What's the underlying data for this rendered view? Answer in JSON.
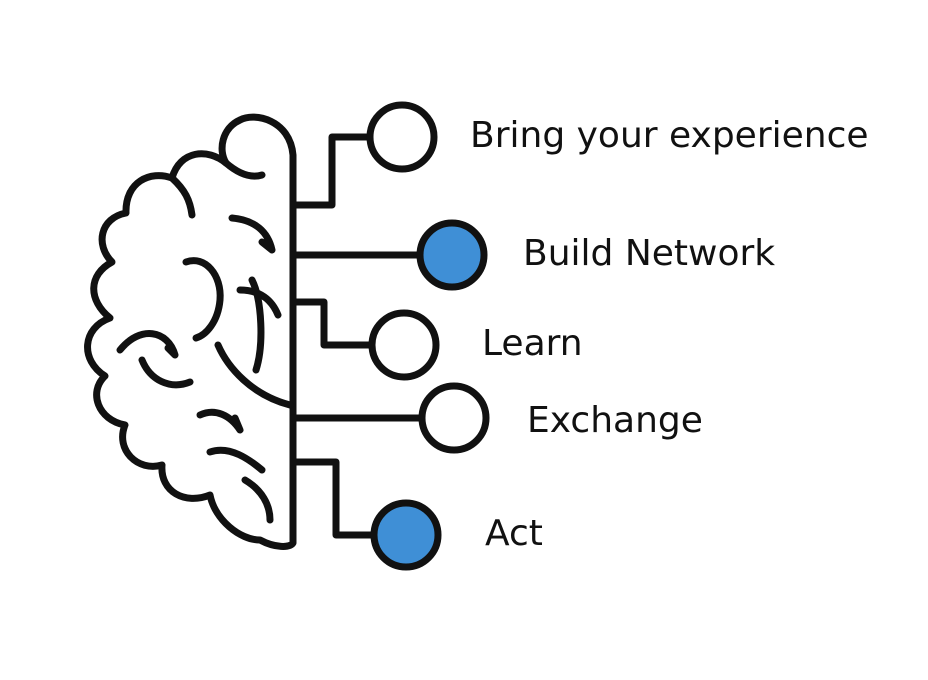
{
  "nodes": [
    {
      "label": "Bring your experience",
      "filled": false
    },
    {
      "label": "Build Network",
      "filled": true
    },
    {
      "label": "Learn",
      "filled": false
    },
    {
      "label": "Exchange",
      "filled": false
    },
    {
      "label": "Act",
      "filled": true
    }
  ],
  "colors": {
    "stroke": "#111111",
    "filled_node": "#3f8fd6",
    "empty_node": "#ffffff",
    "background": "#ffffff"
  },
  "icons": {
    "brain": "brain-half-icon"
  }
}
